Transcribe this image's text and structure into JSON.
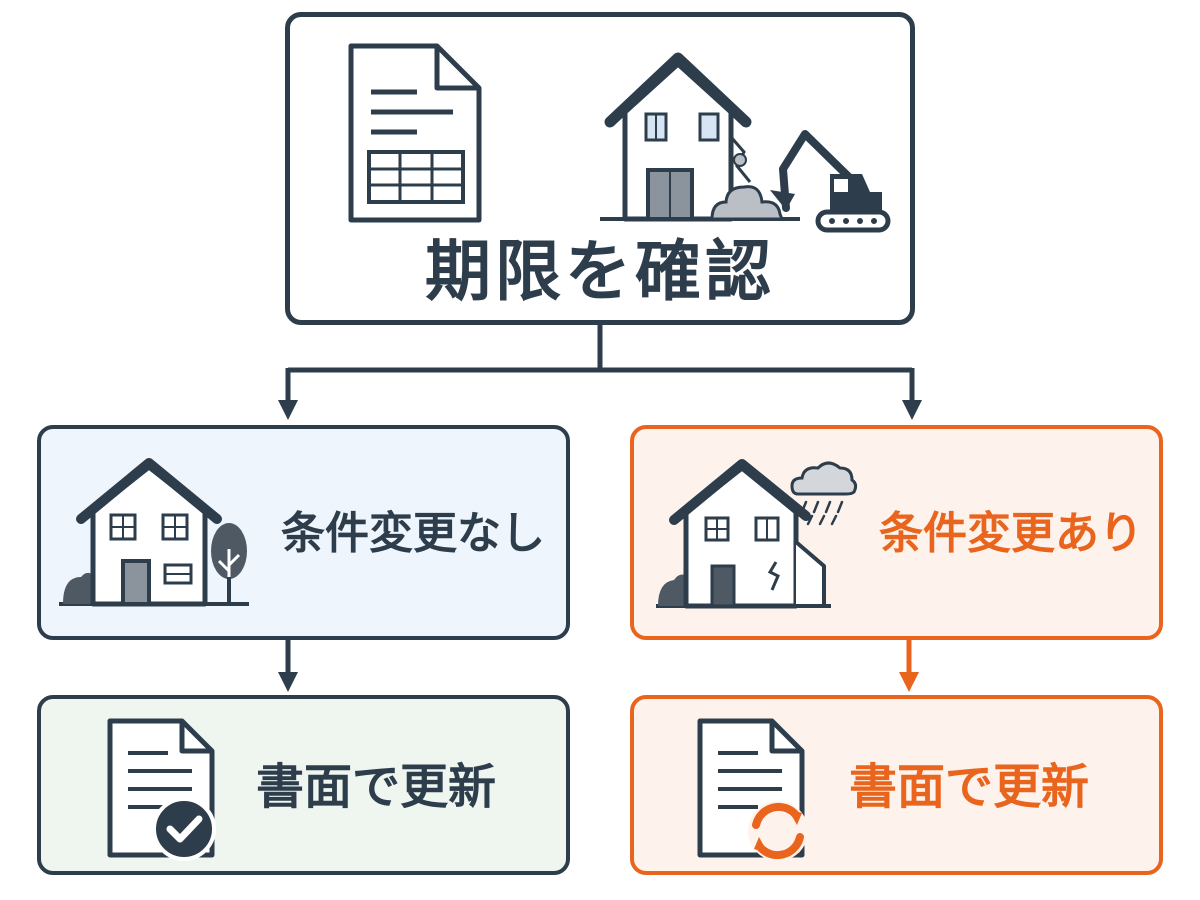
{
  "top": {
    "title": "期限を確認",
    "icons": [
      "contract-document-icon",
      "house-with-excavator-icon"
    ]
  },
  "left_branch": {
    "label": "条件変更なし",
    "icon": "house-with-tree-icon",
    "result_label": "書面で更新",
    "result_icon": "document-check-icon",
    "color": "#2e3d4b"
  },
  "right_branch": {
    "label": "条件変更あり",
    "icon": "cracked-house-with-rain-cloud-icon",
    "result_label": "書面で更新",
    "result_icon": "document-refresh-icon",
    "color": "#e9651e"
  },
  "colors": {
    "dark": "#2e3d4b",
    "accent_orange": "#e9651e",
    "light_blue_bg": "#eef5fc",
    "light_green_bg": "#eef6ef",
    "light_orange_bg": "#fdf3ec"
  }
}
